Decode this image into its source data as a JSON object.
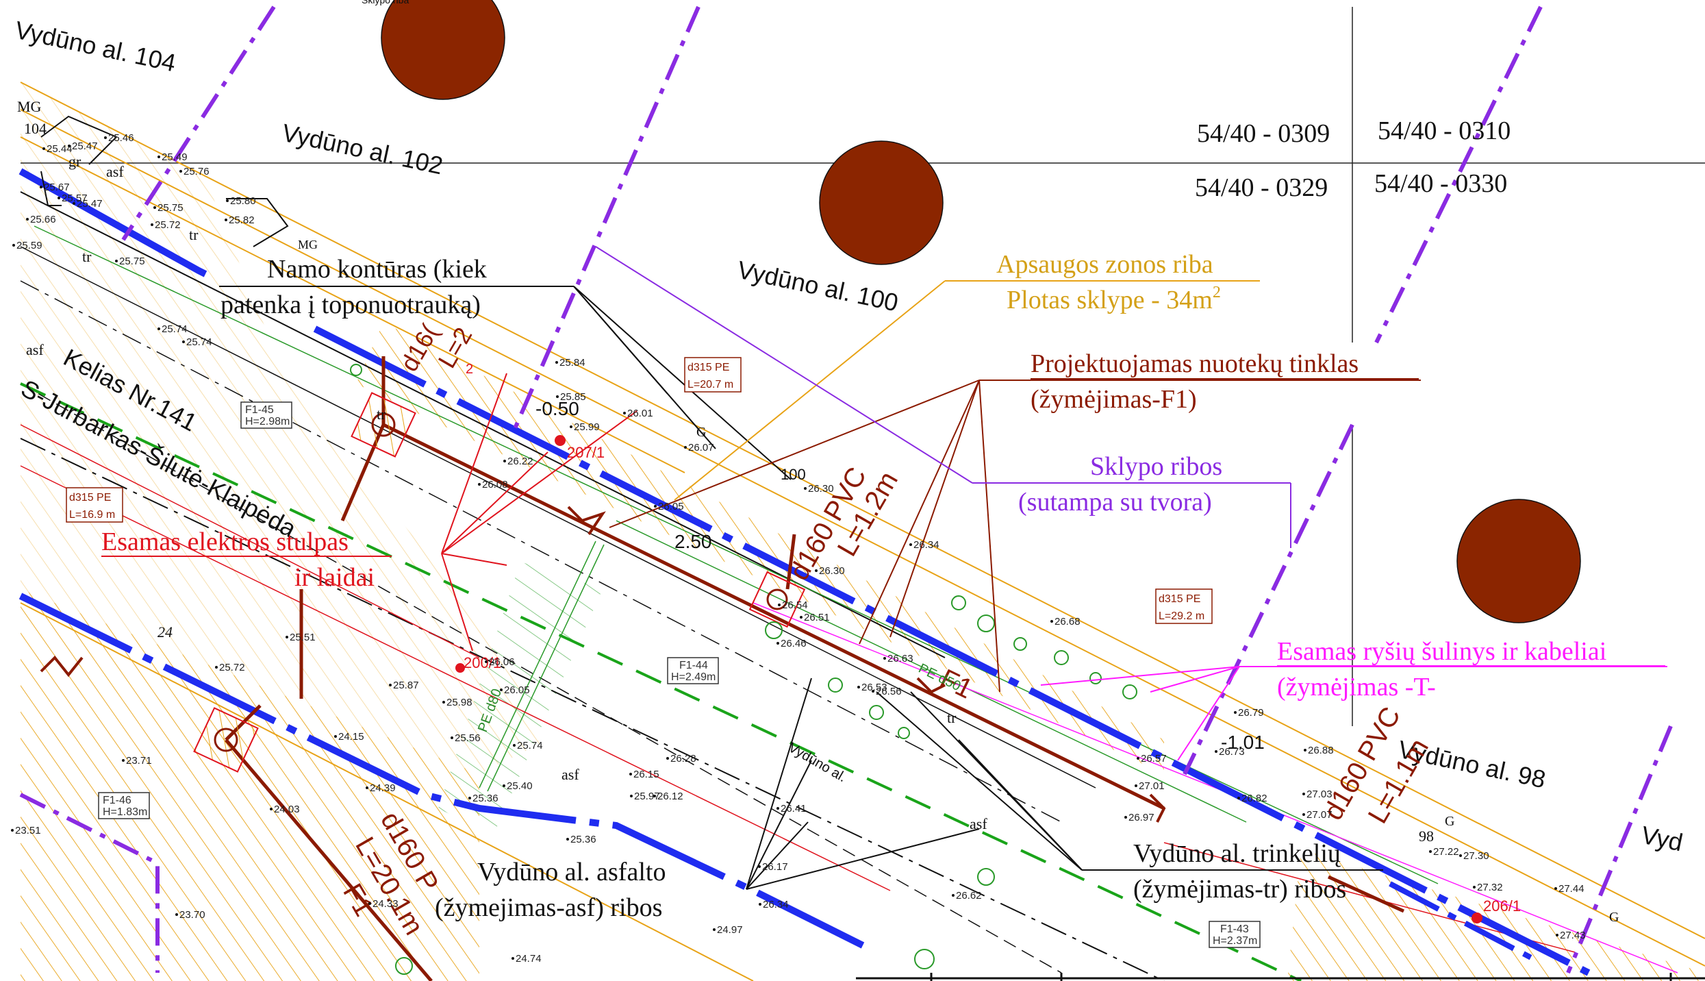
{
  "plot_codes": {
    "c1": "54/40 - 0309",
    "c2": "54/40 - 0310",
    "c3": "54/40 - 0329",
    "c4": "54/40 - 0330"
  },
  "streets": {
    "s104": "Vydūno al. 104",
    "s102": "Vydūno al. 102",
    "s100": "Vydūno al. 100",
    "s98": "Vydūno al. 98",
    "s_vyd": "Vyd",
    "vydunos_al_small": "Vydūno al.",
    "road1": "Kelias Nr.141",
    "road2": "S-Jurbarkas-Šilutė-Klaipėda"
  },
  "callouts": {
    "namo_l1": "Namo kontūras (kiek",
    "namo_l2": "patenka į toponuotrauką)",
    "apsaugos_l1": "Apsaugos zonos riba",
    "apsaugos_l2": "Plotas sklype - 34m",
    "apsaugos_sup": "2",
    "proj_l1": "Projektuojamas nuotekų tinklas",
    "proj_l2": "(žymėjimas-F1)",
    "sklypo_l1": "Sklypo ribos",
    "sklypo_l2": "(sutampa su tvora)",
    "elektros_l1": "Esamas elektros stulpas",
    "elektros_l2": "ir laidai",
    "rysiu_l1": "Esamas ryšių šulinys ir kabeliai",
    "rysiu_l2": "(žymėjimas -T-",
    "asfalto_l1": "Vydūno al. asfalto",
    "asfalto_l2": "(žymejimas-asf) ribos",
    "trinkeliu_l1": "Vydūno al. trinkelių",
    "trinkeliu_l2": "(žymėjimas-tr) ribos"
  },
  "pipe_boxes": [
    {
      "l1": "d315 PE",
      "l2": "L=20.7 m"
    },
    {
      "l1": "d315 PE",
      "l2": "L=16.9 m"
    },
    {
      "l1": "d315 PE",
      "l2": "L=29.2 m"
    }
  ],
  "well_boxes": [
    {
      "l1": "F1-45",
      "l2": "H=2.98m"
    },
    {
      "l1": "F1-44",
      "l2": "H=2.49m"
    },
    {
      "l1": "F1-46",
      "l2": "H=1.83m"
    },
    {
      "l1": "F1-43",
      "l2": "H=2.37m"
    }
  ],
  "pipe_labels": {
    "d160_main": "d160 PVC",
    "l_main": "L=1.2m",
    "d160_right": "d160 PVC",
    "l_right": "L=1.1m",
    "d160_bottom": "d160 P",
    "l_bottom": "L=20.1m",
    "f1_a": "F1",
    "f1_b": "F1",
    "d160_top": "d16(",
    "l_top": "L=2"
  },
  "dim_labels": {
    "d050": "-0.50",
    "d250": "2.50",
    "d101": "-1.01",
    "d100": "100"
  },
  "point_labels": {
    "p207": "207/1",
    "p200": "200/1",
    "p206": "206/1",
    "p_2": "2"
  },
  "heights": [
    "25.44",
    "25.47",
    "25.46",
    "25.49",
    "25.76",
    "25.67",
    "25.57",
    "25.47",
    "25.66",
    "25.74",
    "25.59",
    "25.75",
    "25.74",
    "25.80",
    "25.82",
    "25.75",
    "25.72",
    "25.84",
    "25.85",
    "25.99",
    "26.01",
    "26.07",
    "26.22",
    "26.08",
    "26.05",
    "26.30",
    "26.34",
    "26.30",
    "26.68",
    "26.54",
    "26.51",
    "26.46",
    "26.63",
    "26.53",
    "26.56",
    "26.79",
    "26.88",
    "26.57",
    "26.73",
    "27.01",
    "26.82",
    "26.97",
    "27.03",
    "27.07",
    "27.22",
    "27.30",
    "27.32",
    "27.44",
    "27.43",
    "25.51",
    "25.72",
    "25.87",
    "25.98",
    "26.06",
    "26.05",
    "25.56",
    "25.74",
    "24.15",
    "24.39",
    "25.40",
    "25.36",
    "25.36",
    "26.28",
    "26.15",
    "25.97",
    "26.12",
    "26.41",
    "26.17",
    "26.62",
    "24.97",
    "24.74",
    "24.33",
    "23.71",
    "24.03",
    "23.51",
    "23.70",
    "26.34"
  ],
  "text_marks": {
    "mg": "MG",
    "n104": "104",
    "n98": "98",
    "gr": "gr",
    "asf1": "asf",
    "asf2": "asf",
    "asf3": "asf",
    "asf4": "asf",
    "tr1": "tr",
    "tr2": "tr",
    "tr3": "tr",
    "tr4": "tr",
    "mg2": "MG",
    "g1": "G",
    "g2": "G",
    "g3": "G",
    "n24": "24",
    "pe_label": "PE d80",
    "pe2": "PE d50"
  },
  "sky_plot": "Sklypo riba",
  "colors": {
    "blue_line": "#1f2cf0",
    "purple_line": "#8a2be2",
    "brown_pipe": "#8b1a00",
    "green_dash": "#1aa41a",
    "orange_zone": "#e8a317",
    "red": "#e0141e",
    "magenta": "#ff1aff",
    "circle_fill": "#8b2500"
  }
}
